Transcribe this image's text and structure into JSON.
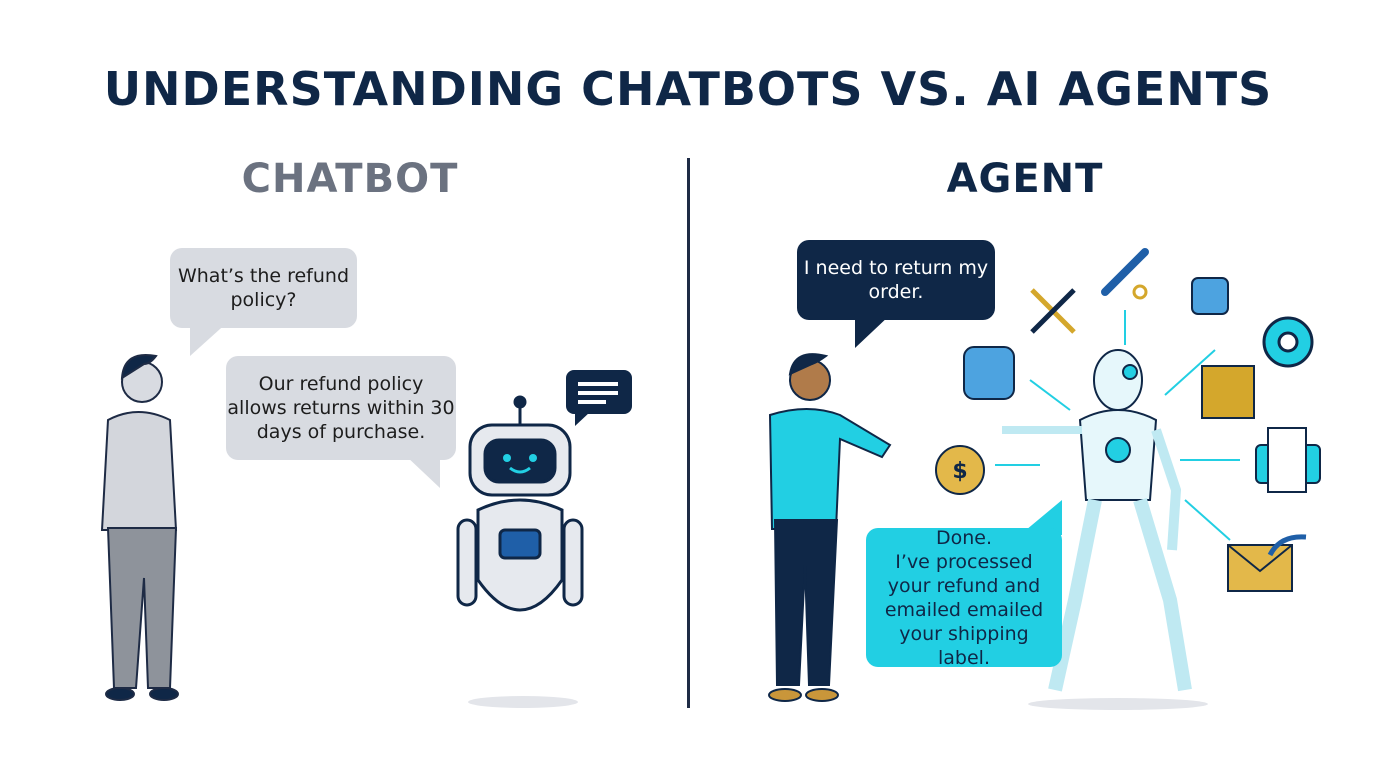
{
  "title": "UNDERSTANDING CHATBOTS VS. AI AGENTS",
  "chatbot": {
    "heading": "CHATBOT",
    "user_message": "What’s the refund policy?",
    "bot_reply": "Our refund policy allows returns within 30 days of purchase."
  },
  "agent": {
    "heading": "AGENT",
    "user_message": "I need to return my order.",
    "agent_reply_title": "Done.",
    "agent_reply": "I’ve processed your refund and emailed emailed your shipping label.",
    "tools": [
      "tools-icon",
      "wrench-icon",
      "gear-icon",
      "database-icon",
      "settings-gear-icon",
      "box-icon",
      "money-bag-icon",
      "printer-icon",
      "envelope-icon"
    ]
  },
  "colors": {
    "navy": "#0f2747",
    "cyan": "#22cfe3",
    "gray": "#d8dbe1",
    "gold": "#d4a72c"
  }
}
